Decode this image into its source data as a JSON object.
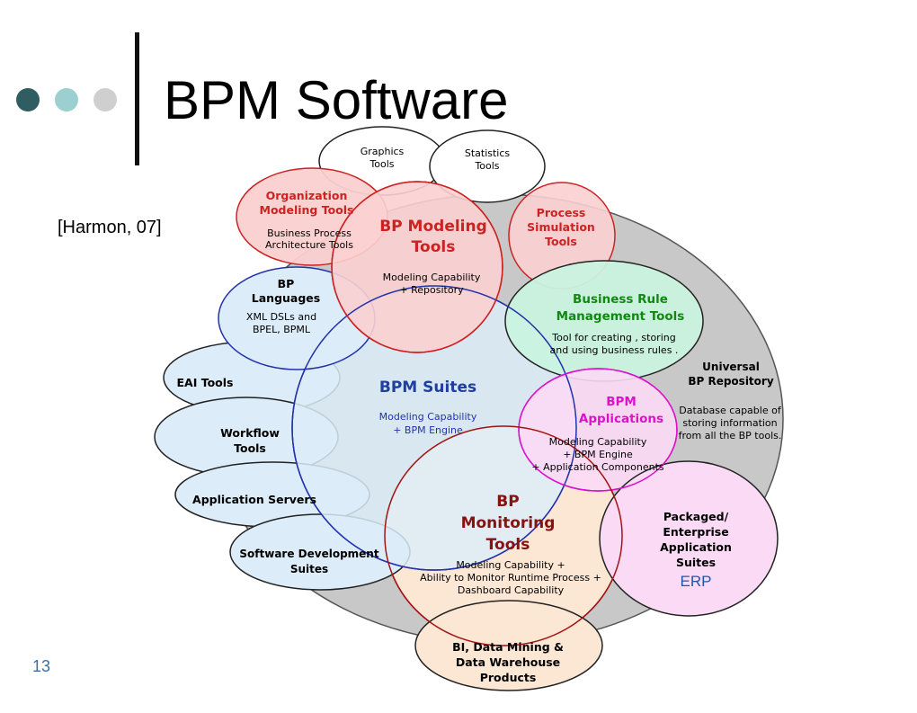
{
  "slide": {
    "title": "BPM Software",
    "citation": "[Harmon, 07]",
    "page_number": "13",
    "bullet_colors": [
      "#2f5d62",
      "#9ccfd0",
      "#cfcfcf"
    ]
  },
  "colors": {
    "outer": "#c8c8c8",
    "modeling": "#fbd0d0",
    "modeling_title": "#cc2222",
    "suites": "#dcecf8",
    "suites_title": "#1f3f9f",
    "rules": "#c9f3df",
    "rules_title": "#118811",
    "apps": "#fbdaf5",
    "apps_title": "#dd11cc",
    "monitor": "#fce6d4",
    "monitor_title": "#881111",
    "blue_text": "#2233aa"
  },
  "diagram": {
    "universal": {
      "title": [
        "Universal",
        "BP Repository"
      ],
      "desc": [
        "Database capable of",
        "storing information",
        "from all the BP tools."
      ]
    },
    "graphics": [
      "Graphics",
      "Tools"
    ],
    "statistics": [
      "Statistics",
      "Tools"
    ],
    "org": {
      "title": [
        "Organization",
        "Modeling Tools"
      ],
      "desc": [
        "Business Process",
        "Architecture Tools"
      ]
    },
    "modeling": {
      "title": [
        "BP Modeling",
        "Tools"
      ],
      "desc": [
        "Modeling Capability",
        "+ Repository"
      ]
    },
    "simulation": [
      "Process",
      "Simulation",
      "Tools"
    ],
    "languages": {
      "title": [
        "BP",
        "Languages"
      ],
      "desc": [
        "XML DSLs and",
        "BPEL, BPML"
      ]
    },
    "rules": {
      "title": [
        "Business Rule",
        "Management Tools"
      ],
      "desc": [
        "Tool for creating , storing",
        "and using business rules ."
      ]
    },
    "suites": {
      "title": "BPM Suites",
      "desc": [
        "Modeling Capability",
        "+ BPM Engine"
      ]
    },
    "eai": "EAI Tools",
    "workflow": [
      "Workflow",
      "Tools"
    ],
    "appservers": "Application Servers",
    "swdev": [
      "Software Development",
      "Suites"
    ],
    "applications": {
      "title": [
        "BPM",
        "Applications"
      ],
      "desc": [
        "Modeling Capability",
        "+ BPM Engine",
        "+ Application Components"
      ]
    },
    "packaged": {
      "title": [
        "Packaged/",
        "Enterprise",
        "Application",
        "Suites"
      ],
      "extra": "ERP"
    },
    "monitoring": {
      "title": [
        "BP",
        "Monitoring",
        "Tools"
      ],
      "desc": [
        "Modeling Capability +",
        "Ability to Monitor Runtime Process +",
        "Dashboard Capability"
      ]
    },
    "bi": [
      "BI, Data Mining &",
      "Data Warehouse",
      "Products"
    ]
  }
}
